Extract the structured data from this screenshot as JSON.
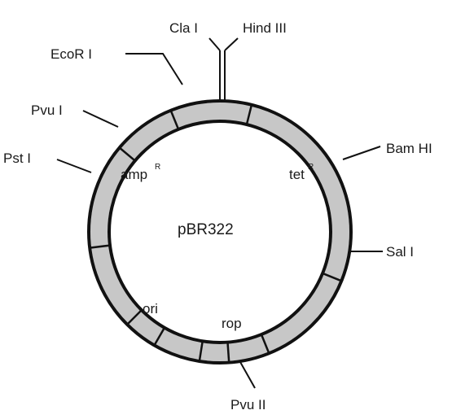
{
  "plasmid": {
    "name": "pBR322"
  },
  "genes": {
    "amp": "amp",
    "amp_sup": "R",
    "tet": "tet",
    "tet_sup": "R",
    "ori": "ori",
    "rop": "rop"
  },
  "restriction_sites": {
    "cla_i": "Cla I",
    "hind_iii": "Hind III",
    "ecor_i": "EcoR I",
    "pvu_i": "Pvu I",
    "pst_i": "Pst I",
    "bam_hi": "Bam HI",
    "sal_i": "Sal I",
    "pvu_ii": "Pvu II"
  },
  "colors": {
    "ring": "#c7c7c7",
    "outline": "#111111",
    "text": "#1a1a1a"
  }
}
